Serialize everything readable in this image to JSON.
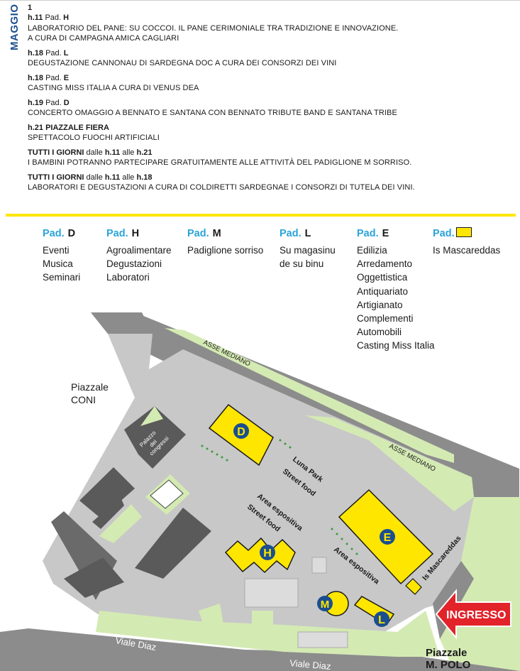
{
  "month": "MAGGIO",
  "day": "1",
  "events": [
    {
      "time": "h.11",
      "pad_prefix": "Pad.",
      "pad": "H",
      "desc": [
        "LABORATORIO DEL PANE: SU COCCOI. IL PANE CERIMONIALE TRA TRADIZIONE E INNOVAZIONE.",
        "A CURA DI CAMPAGNA AMICA CAGLIARI"
      ]
    },
    {
      "time": "h.18",
      "pad_prefix": "Pad.",
      "pad": "L",
      "desc": [
        "DEGUSTAZIONE CANNONAU DI SARDEGNA DOC A CURA DEI CONSORZI DEI VINI"
      ]
    },
    {
      "time": "h.18",
      "pad_prefix": "Pad.",
      "pad": "E",
      "desc": [
        "CASTING MISS ITALIA A CURA DI VENUS DEA"
      ]
    },
    {
      "time": "h.19",
      "pad_prefix": "Pad.",
      "pad": "D",
      "desc": [
        "CONCERTO OMAGGIO A BENNATO E SANTANA CON  BENNATO TRIBUTE BAND E SANTANA TRIBE"
      ]
    },
    {
      "time": "h.21 PIAZZALE FIERA",
      "pad_prefix": "",
      "pad": "",
      "desc": [
        "SPETTACOLO FUOCHI ARTIFICIALI"
      ]
    },
    {
      "time": "TUTTI I GIORNI",
      "mid1": "dalle",
      "from": "h.11",
      "mid2": "alle",
      "to": "h.21",
      "desc": [
        "I BAMBINI POTRANNO PARTECIPARE GRATUITAMENTE ALLE ATTIVITÀ DEL PADIGLIONE M SORRISO."
      ]
    },
    {
      "time": "TUTTI I GIORNI",
      "mid1": "dalle",
      "from": "h.11",
      "mid2": "alle",
      "to": "h.18",
      "desc": [
        "LABORATORI E DEGUSTAZIONI A CURA DI COLDIRETTI SARDEGNAE I CONSORZI DI TUTELA DEI VINI."
      ]
    }
  ],
  "legend": [
    {
      "label": "Pad.",
      "letter": "D",
      "items": [
        "Eventi",
        "Musica",
        "Seminari"
      ]
    },
    {
      "label": "Pad.",
      "letter": "H",
      "items": [
        "Agroalimentare",
        "Degustazioni",
        "Laboratori"
      ]
    },
    {
      "label": "Pad.",
      "letter": "M",
      "items": [
        "Padiglione sorriso"
      ]
    },
    {
      "label": "Pad.",
      "letter": "L",
      "items": [
        "Su magasinu",
        "de su binu"
      ]
    },
    {
      "label": "Pad.",
      "letter": "E",
      "items": [
        "Edilizia",
        "Arredamento",
        "Oggettistica",
        "Antiquariato",
        "Artigianato",
        "Complementi",
        "Automobili",
        "Casting Miss Italia"
      ]
    },
    {
      "label": "Pad.",
      "letter": "",
      "swatch": true,
      "items": [
        "Is Mascareddas"
      ]
    }
  ],
  "map": {
    "asse_mediano_1": "ASSE MEDIANO",
    "asse_mediano_2": "ASSE MEDIANO",
    "piazzale_coni_1": "Piazzale",
    "piazzale_coni_2": "CONI",
    "palazzo_1": "Palazzo",
    "palazzo_2": "dei",
    "palazzo_3": "congressi",
    "luna_park": "Luna Park",
    "street_food_1": "Street food",
    "area_espositiva_1": "Area espositiva",
    "street_food_2": "Street food",
    "area_espositiva_2": "Area espositiva",
    "is_mascareddas": "Is Mascareddas",
    "ingresso": "INGRESSO",
    "viale_diaz_1": "Viale Diaz",
    "viale_diaz_2": "Viale Diaz",
    "piazzale_mpolo_1": "Piazzale",
    "piazzale_mpolo_2": "M. POLO",
    "pad_d": "D",
    "pad_h": "H",
    "pad_e": "E",
    "pad_m": "M",
    "pad_l": "L"
  },
  "colors": {
    "accent_blue": "#2aa3d9",
    "month_blue": "#1b4f8f",
    "pavilion_yellow": "#ffe600",
    "badge_navy": "#1b4f8f",
    "road_gray": "#8c8c8c",
    "ground_gray": "#c8c8c8",
    "green_area": "#d4eab3",
    "ingresso_red": "#e2232a"
  }
}
